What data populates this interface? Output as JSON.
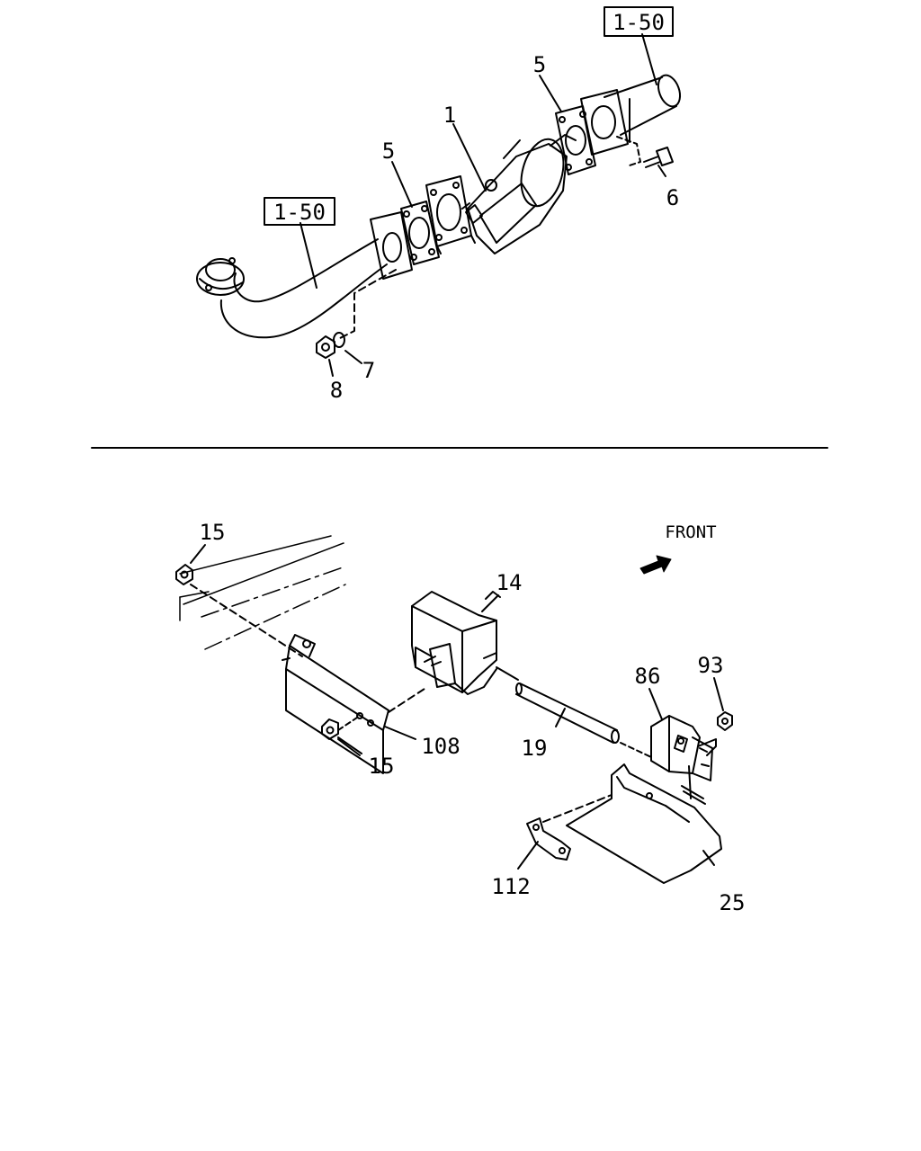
{
  "upper_diagram": {
    "ref_top": "1-50",
    "ref_left": "1-50",
    "callouts": {
      "gasket_right": "5",
      "gasket_left": "5",
      "catalytic_converter": "1",
      "bolt": "6",
      "washer": "7",
      "nut": "8"
    }
  },
  "lower_diagram": {
    "front_label": "FRONT",
    "callouts": {
      "nut_top": "15",
      "nut_bottom": "15",
      "bracket": "108",
      "canister": "14",
      "tube": "19",
      "valve": "86",
      "nut_valve": "93",
      "shield": "25",
      "clip": "112"
    }
  }
}
